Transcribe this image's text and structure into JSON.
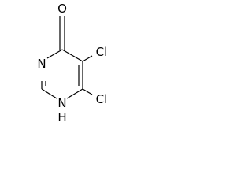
{
  "molecule": {
    "name": "",
    "atoms": {
      "oxygen": "O",
      "chlorine_5": "Cl",
      "chlorine_6": "Cl",
      "nitrogen_3": "N",
      "nitrogen_1": "N",
      "hydrogen_1": "H"
    },
    "bond_color": "#000000",
    "label_color": "#000000"
  }
}
